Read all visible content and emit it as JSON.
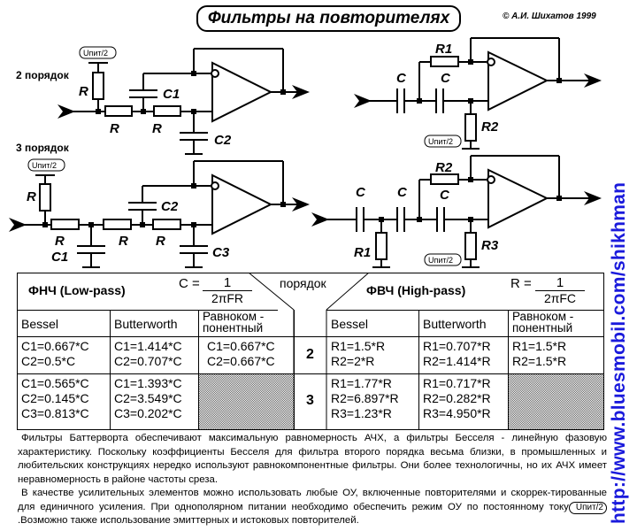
{
  "header": {
    "title": "Фильтры на повторителях",
    "copyright": "© А.И. Шихатов 1999"
  },
  "url": "http://www.bluesmobil.com/shikhman",
  "schematics": {
    "supply_label": "Uпит/2",
    "lowpass_2": {
      "order_label": "2 порядок",
      "labels": [
        "R",
        "R",
        "R",
        "C1",
        "C2"
      ]
    },
    "lowpass_3": {
      "order_label": "3 порядок",
      "labels": [
        "R",
        "R",
        "R",
        "R",
        "C1",
        "C2",
        "C3"
      ]
    },
    "highpass_2": {
      "labels": [
        "R1",
        "C",
        "C",
        "R2"
      ]
    },
    "highpass_3": {
      "labels": [
        "C",
        "C",
        "C",
        "R1",
        "R2",
        "R3"
      ]
    }
  },
  "table": {
    "lowpass": {
      "title": "ФНЧ (Low-pass)",
      "formula_lhs": "C =",
      "formula_num": "1",
      "formula_den": "2πFR",
      "columns": [
        "Bessel",
        "Butterworth",
        "Равноком -\nпонентный"
      ],
      "rows": [
        [
          "C1=0.667*C\nC2=0.5*C",
          "C1=1.414*C\nC2=0.707*C",
          "C1=0.667*C\nC2=0.667*C"
        ],
        [
          "C1=0.565*C\nC2=0.145*C\nC3=0.813*C",
          "C1=1.393*C\nC2=3.549*C\nC3=0.202*C",
          ""
        ]
      ]
    },
    "order_header": "порядок",
    "orders": [
      "2",
      "3"
    ],
    "highpass": {
      "title": "ФВЧ (High-pass)",
      "formula_lhs": "R =",
      "formula_num": "1",
      "formula_den": "2πFC",
      "columns": [
        "Bessel",
        "Butterworth",
        "Равноком -\nпонентный"
      ],
      "rows": [
        [
          "R1=1.5*R\nR2=2*R",
          "R1=0.707*R\nR2=1.414*R",
          "R1=1.5*R\nR2=1.5*R"
        ],
        [
          "R1=1.77*R\nR2=6.897*R\nR3=1.23*R",
          "R1=0.717*R\nR2=0.282*R\nR3=4.950*R",
          ""
        ]
      ]
    }
  },
  "notes": {
    "p1": "Фильтры Баттерворта обеспечивают максимальную равномерность АЧХ, а фильтры Бесселя - линейную фазовую характеристику. Поскольку коэффициенты Бесселя для фильтра второго порядка весьма близки, в промышленных и любительских конструкциях нередко используют равнокомпонентные фильтры. Они более технологичны, но их АЧХ имеет неравномерность в районе частоты среза.",
    "p2_a": "В качестве усилительных элементов можно использовать любые ОУ, включенные повторителями и скоррек-тированные для единичного усиления. При однополярном питании необходимо обеспечить режим ОУ по постоянному току",
    "p2_pill": "Uпит/2",
    "p2_b": ".Возможно также использование эмиттерных и истоковых повторителей."
  }
}
